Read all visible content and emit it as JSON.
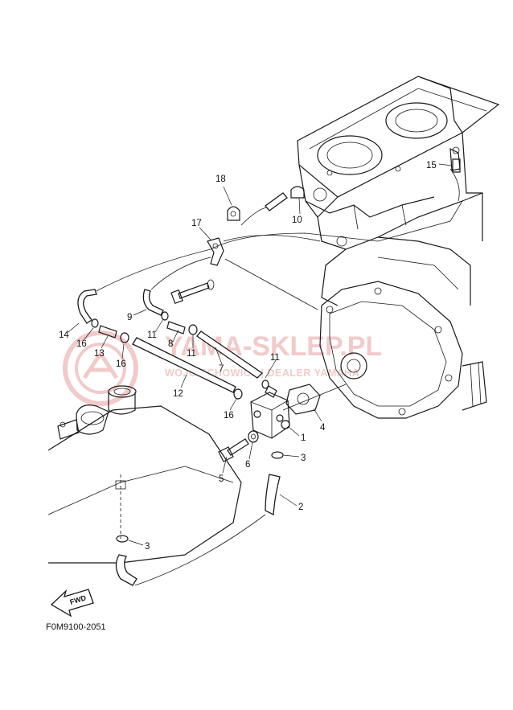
{
  "diagram_code": "F0M9100-2051",
  "fwd_label": "FWD",
  "watermark": {
    "title": "YAMA-SKLEP.PL",
    "subtitle": "WOJCIECHOWICZ | DEALER YAMAHA",
    "color": "#e8a0a0"
  },
  "callouts": [
    "1",
    "2",
    "3",
    "3",
    "4",
    "5",
    "6",
    "7",
    "8",
    "9",
    "10",
    "11",
    "11",
    "11",
    "12",
    "13",
    "14",
    "15",
    "16",
    "16",
    "16",
    "17",
    "18"
  ]
}
